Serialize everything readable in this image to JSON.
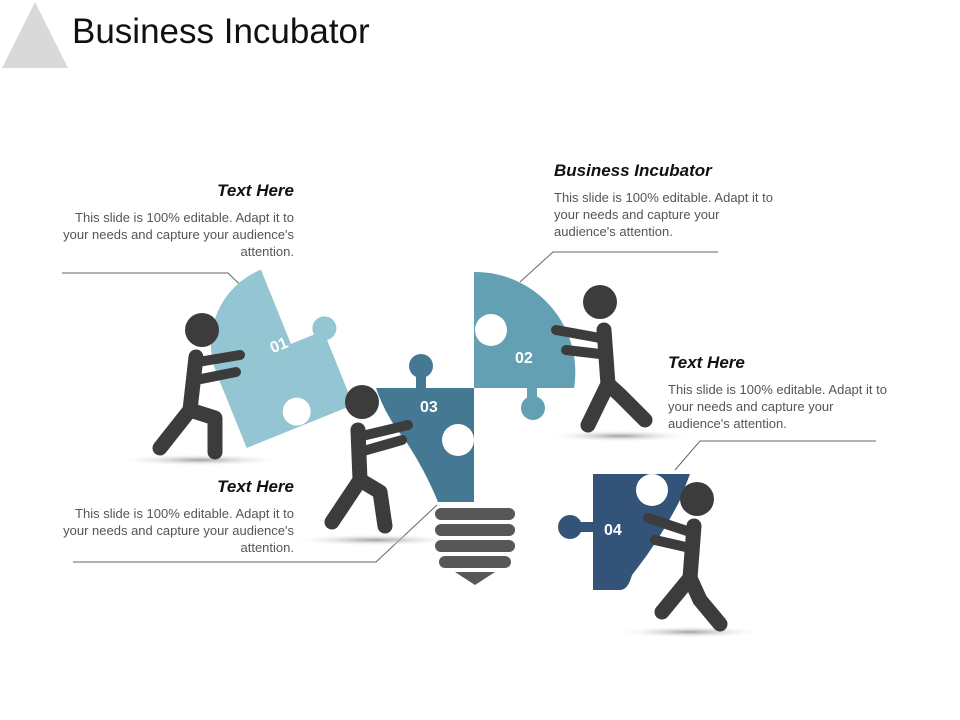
{
  "slide": {
    "title": "Business Incubator"
  },
  "blocks": [
    {
      "id": "top-left",
      "heading": "Text Here",
      "body": "This slide is 100% editable. Adapt it to your needs and capture your audience's attention."
    },
    {
      "id": "top-right",
      "heading": "Business Incubator",
      "body": "This slide is 100% editable. Adapt it to your needs and capture your audience's attention."
    },
    {
      "id": "mid-right",
      "heading": "Text Here",
      "body": "This slide is 100% editable. Adapt it to your needs and capture your audience's attention."
    },
    {
      "id": "bottom-left",
      "heading": "Text Here",
      "body": "This slide is 100% editable. Adapt it to your needs and capture your audience's attention."
    }
  ],
  "pieces": [
    {
      "label": "01",
      "color": "#93c6d2"
    },
    {
      "label": "02",
      "color": "#64a0b4"
    },
    {
      "label": "03",
      "color": "#457893"
    },
    {
      "label": "04",
      "color": "#335478"
    }
  ],
  "colors": {
    "figure": "#3c3c3c",
    "bulb_base": "#575757",
    "corner_triangle": "#d9d9d9",
    "connector_line": "#666666"
  }
}
